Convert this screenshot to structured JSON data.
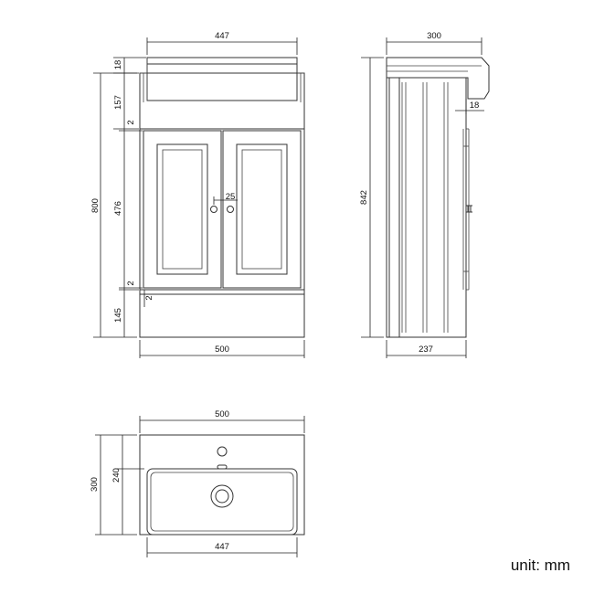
{
  "front_view": {
    "width_top": "447",
    "height_top_lip": "18",
    "height_basin": "157",
    "gap_top": "2",
    "height_doors": "476",
    "handle_spacing": "25",
    "gap_bottom": "2",
    "gap_plinth": "2",
    "height_plinth": "145",
    "height_total": "800",
    "width_cabinet": "500"
  },
  "side_view": {
    "depth_top": "300",
    "lip": "18",
    "height_total": "842",
    "depth_cabinet": "237"
  },
  "top_view": {
    "width_outer": "500",
    "depth_total": "300",
    "depth_basin": "240",
    "width_basin": "447"
  },
  "unit_label": "unit: mm"
}
